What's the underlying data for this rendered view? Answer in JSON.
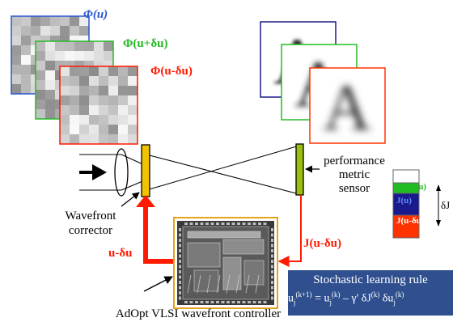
{
  "phase_maps": {
    "phi_u": "Φ(u)",
    "phi_u_plus": "Φ(u+δu)",
    "phi_u_minus": "Φ(u-δu)"
  },
  "labels": {
    "wavefront_corrector": [
      "Wavefront",
      "corrector"
    ],
    "sensor": [
      "performance",
      "metric",
      "sensor"
    ],
    "controller": "AdOpt VLSI wavefront controller",
    "perturbation": "u-δu",
    "metric_signal": "J(u-δu)",
    "target_letter": "A"
  },
  "legend": {
    "items": [
      {
        "label": "J(u+δu)",
        "color": "#22bb22",
        "text_color": "#22bb22"
      },
      {
        "label": "J(u)",
        "color": "#1a1a8c",
        "text_color": "#1a55cc"
      },
      {
        "label": "J(u-δu)",
        "color": "#ff3300",
        "text_color": "#ee2200"
      }
    ],
    "delta_label": "δJ"
  },
  "rule": {
    "title": "Stochastic learning rule",
    "equation": {
      "lhs": "u",
      "lhs_sub": "j",
      "lhs_sup": "(k+1)",
      "eq": " = u",
      "r1_sub": "j",
      "r1_sup": "(k)",
      "minus": " – γ' δJ",
      "r2_sup": "(k)",
      "r3": " δu",
      "r3_sub": "j",
      "r3_sup": "(k)"
    }
  },
  "colors": {
    "red": "#ff1a00",
    "green": "#22bb22",
    "blue": "#2244aa",
    "orange": "#e8a020",
    "rule_bg": "#2f4f8f",
    "corrector_fill": "#f2c400",
    "sensor_fill": "#9abf10"
  }
}
